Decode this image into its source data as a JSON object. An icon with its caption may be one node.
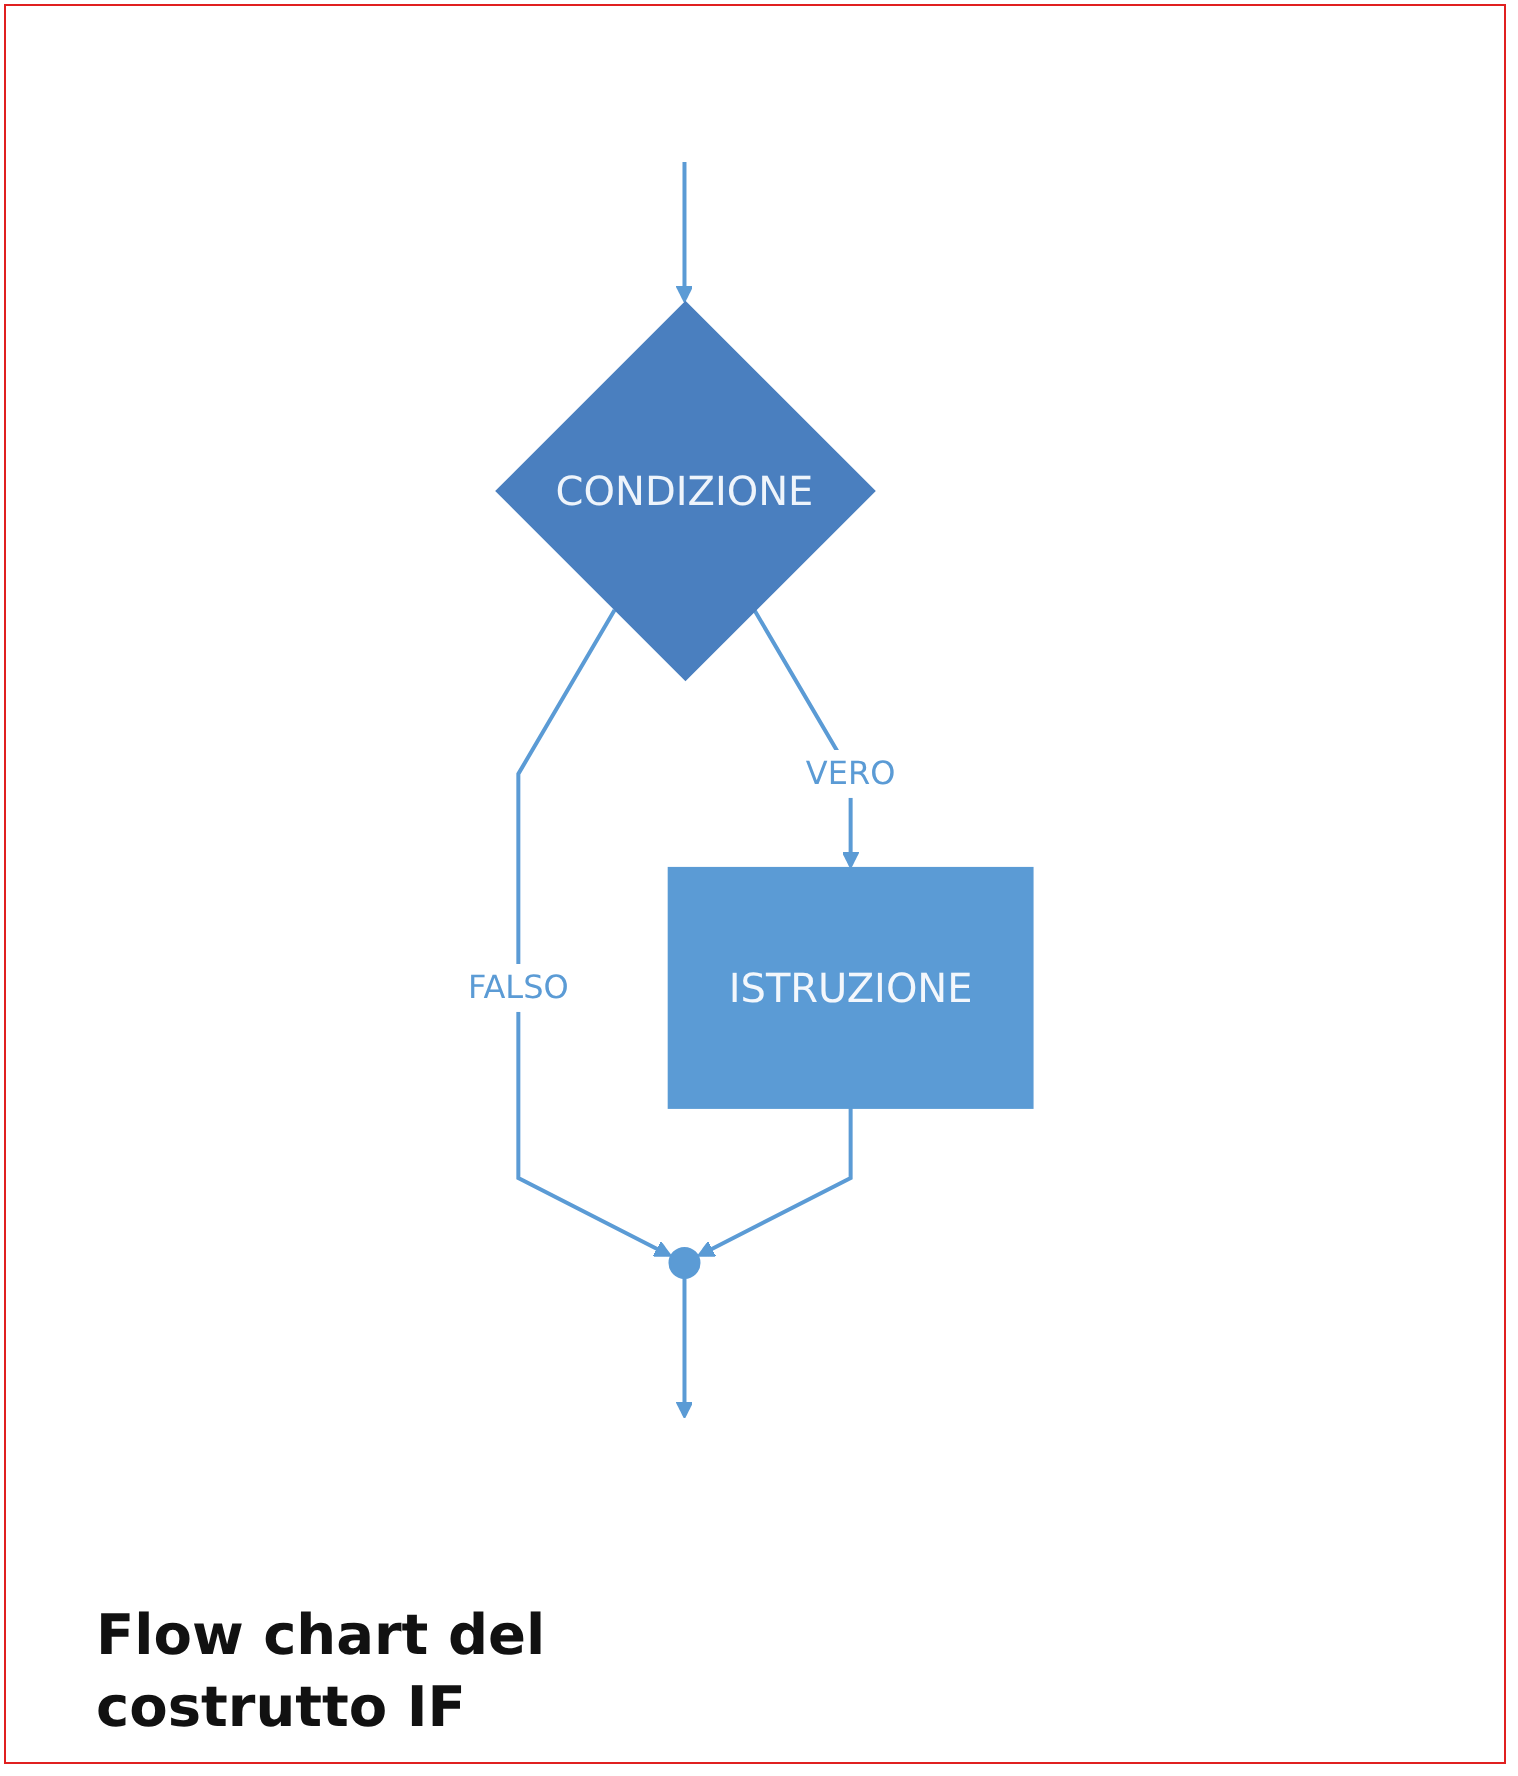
{
  "diagram": {
    "caption": "Flow chart del costrutto IF",
    "nodes": [
      {
        "text": [
          "CONDIZIONE"
        ]
      },
      {
        "text": [
          "ISTRUZIONE"
        ]
      },
      {
        "text": [],
        "shape": "circle"
      }
    ],
    "edges": [
      {
        "from": null,
        "to": 0,
        "arrow": "to"
      },
      {
        "from": 0,
        "to": 1,
        "label": "VERO",
        "arrow": "to"
      },
      {
        "from": 0,
        "to": 2,
        "label": "FALSO",
        "arrow": "to"
      },
      {
        "from": 1,
        "to": 2,
        "arrow": "to"
      },
      {
        "from": 2,
        "to": null,
        "arrow": "to"
      }
    ]
  }
}
